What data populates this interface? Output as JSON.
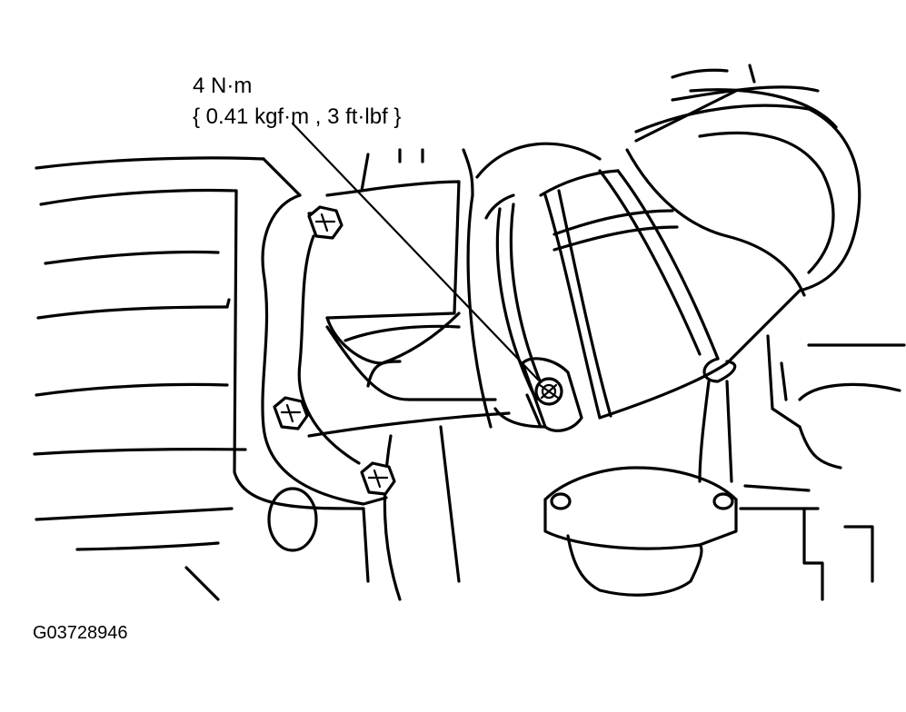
{
  "callout": {
    "torque_nm": "4 N·m",
    "torque_alt": "{ 0.41 kgf·m , 3 ft·lbf }"
  },
  "figure_code": "G03728946",
  "colors": {
    "ink": "#000000",
    "paper": "#ffffff"
  }
}
